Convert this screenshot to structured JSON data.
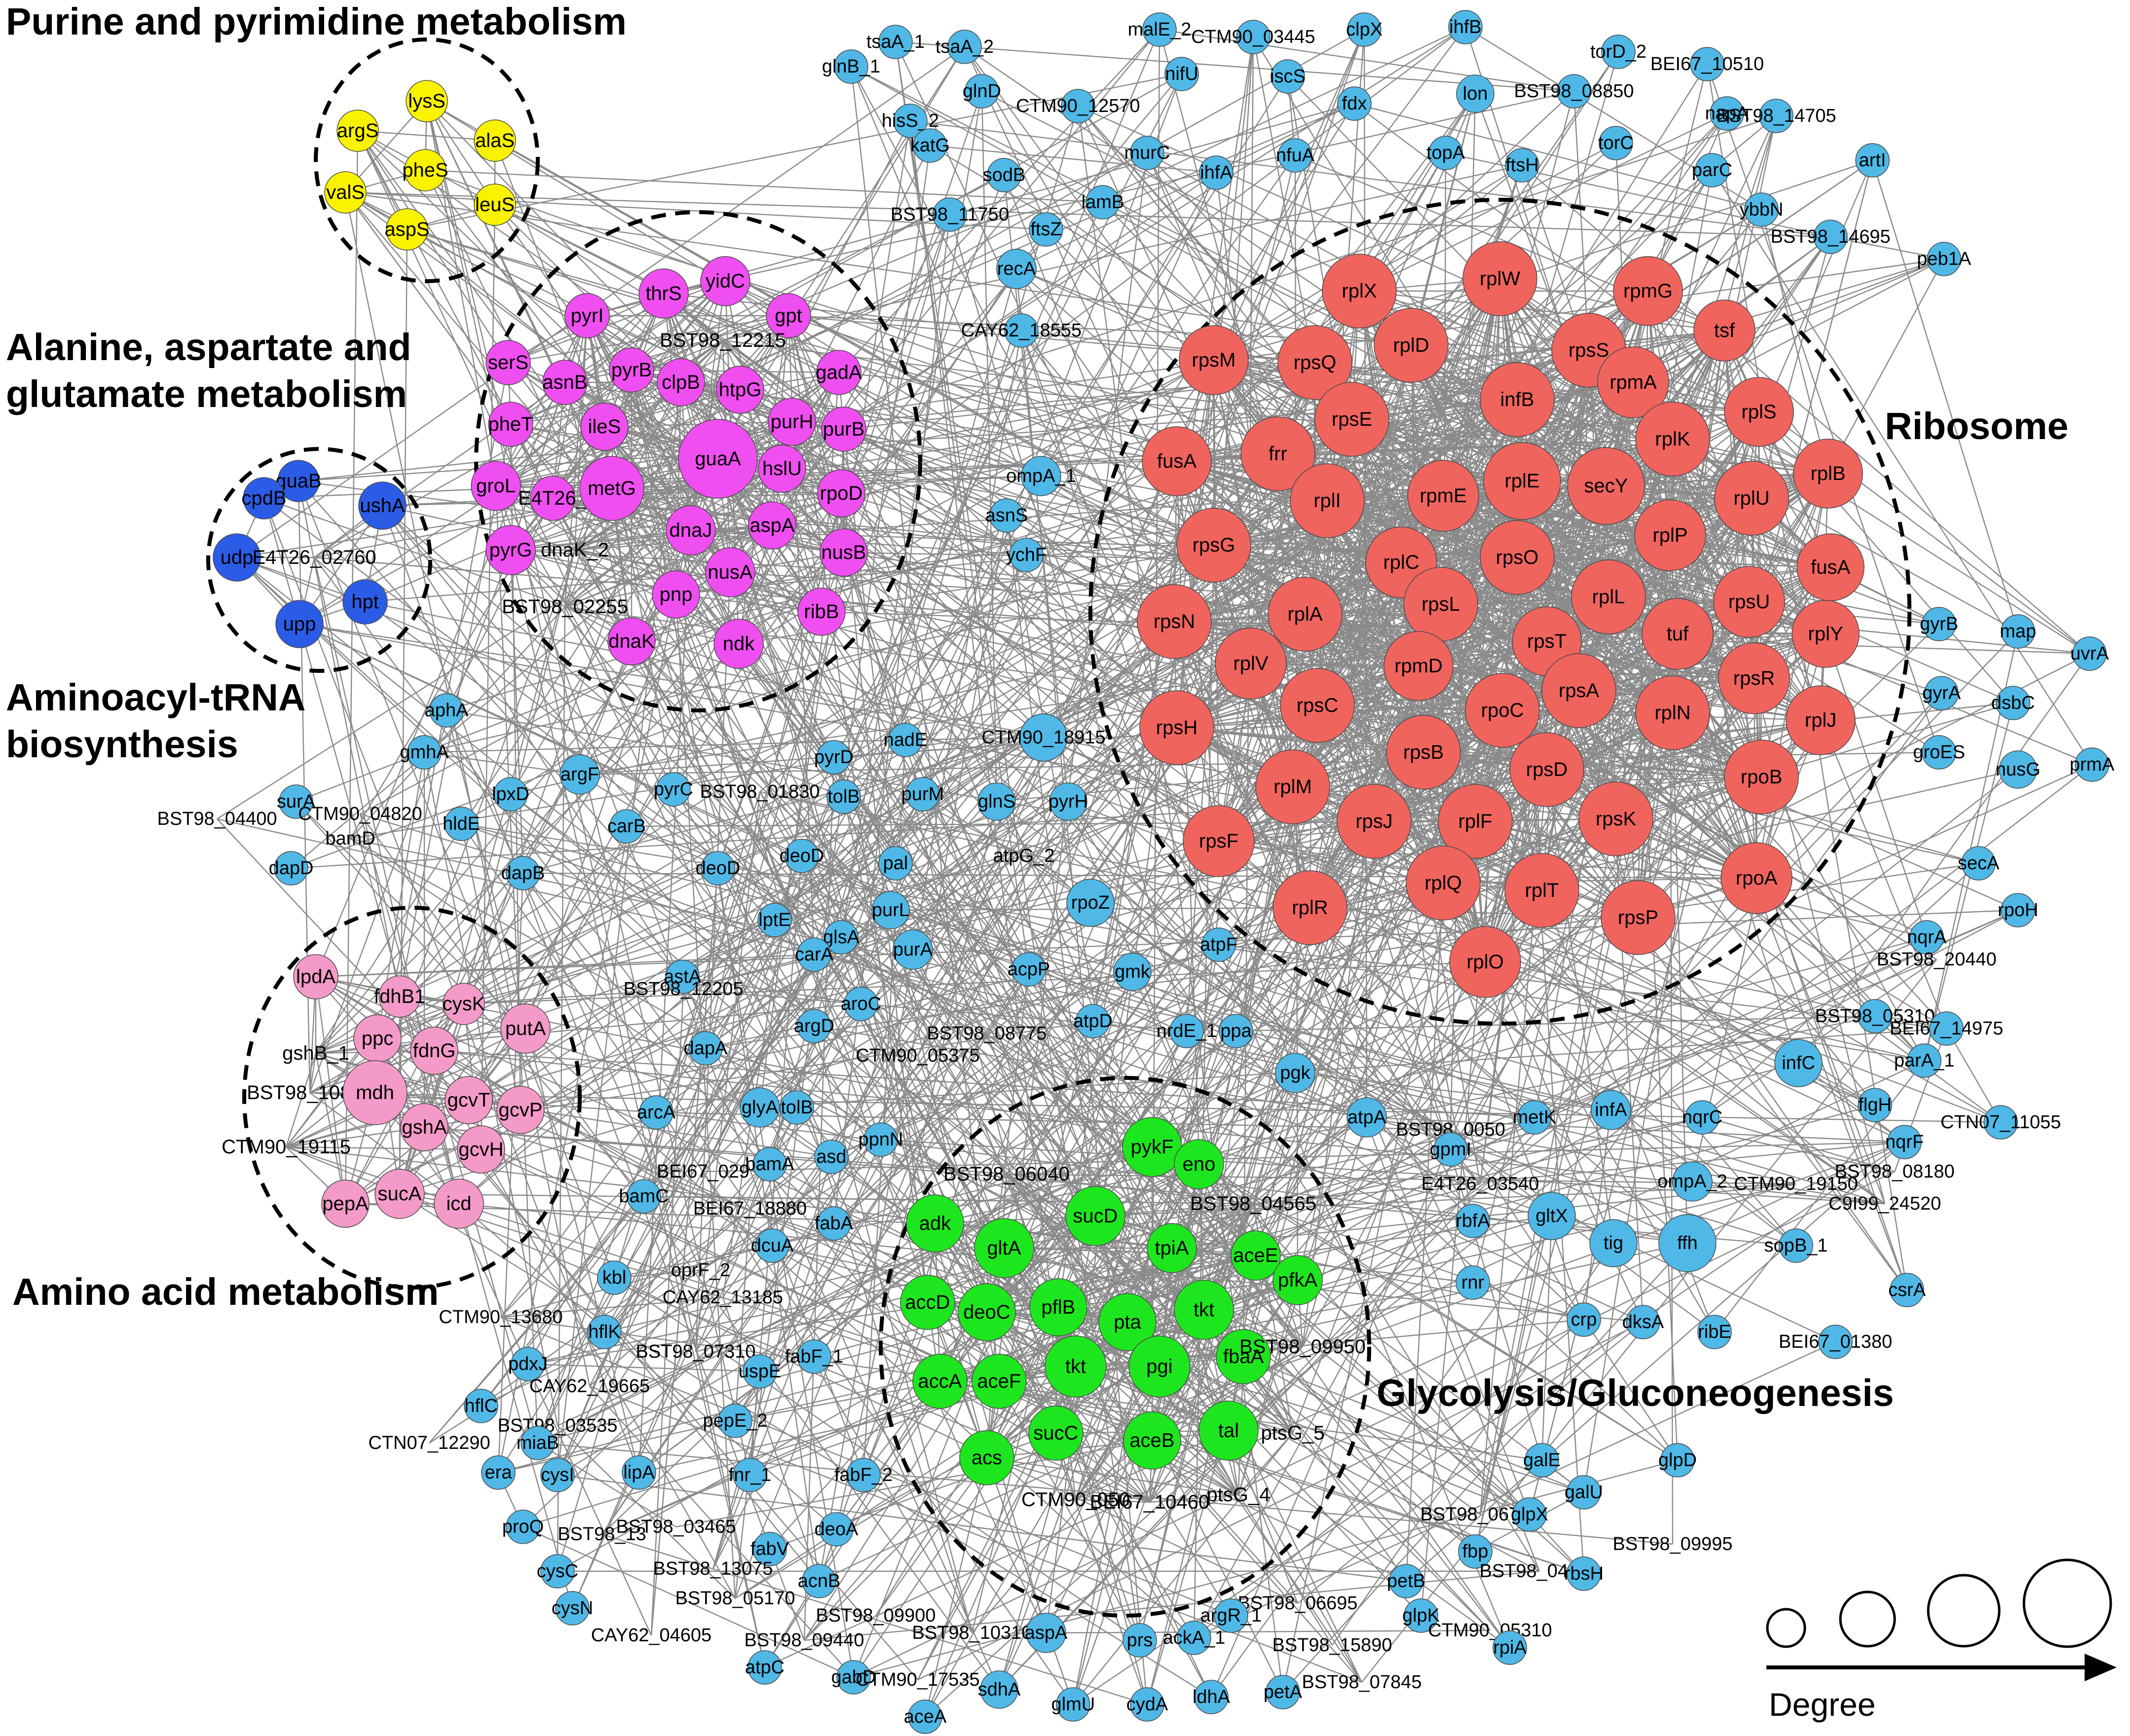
{
  "colors": {
    "yellow": "#f9f200",
    "magenta": "#ef4ff0",
    "blue": "#2b5ce6",
    "red": "#f0645e",
    "pink": "#f49ac8",
    "green": "#1ee61e",
    "cyan": "#4fb8e6",
    "edge": "#8a8a8a"
  },
  "cluster_labels": [
    {
      "id": "purine",
      "lines": [
        "Purine and pyrimidine metabolism"
      ]
    },
    {
      "id": "alanine",
      "lines": [
        "Alanine, aspartate and",
        "glutamate metabolism"
      ]
    },
    {
      "id": "aminoacyl",
      "lines": [
        "Aminoacyl-tRNA",
        "biosynthesis"
      ]
    },
    {
      "id": "ribosome",
      "lines": [
        "Ribosome"
      ]
    },
    {
      "id": "amino",
      "lines": [
        "Amino acid metabolism"
      ]
    },
    {
      "id": "glyco",
      "lines": [
        "Glycolysis/Gluconeogenesis"
      ]
    }
  ],
  "legend": {
    "label": "Degree"
  },
  "nodes": [
    {
      "id": "lysS",
      "g": "yellow"
    },
    {
      "id": "argS",
      "g": "yellow"
    },
    {
      "id": "alaS",
      "g": "yellow"
    },
    {
      "id": "valS",
      "g": "yellow"
    },
    {
      "id": "pheS",
      "g": "yellow"
    },
    {
      "id": "leuS",
      "g": "yellow"
    },
    {
      "id": "aspS",
      "g": "yellow"
    },
    {
      "id": "thrS",
      "g": "magenta"
    },
    {
      "id": "yidC",
      "g": "magenta"
    },
    {
      "id": "gpt",
      "g": "magenta"
    },
    {
      "id": "pyrI",
      "g": "magenta"
    },
    {
      "id": "BST98_12215",
      "g": "magenta",
      "nodot": true
    },
    {
      "id": "serS",
      "g": "magenta"
    },
    {
      "id": "asnB",
      "g": "magenta"
    },
    {
      "id": "pyrB",
      "g": "magenta"
    },
    {
      "id": "clpB",
      "g": "magenta"
    },
    {
      "id": "htpG",
      "g": "magenta"
    },
    {
      "id": "gadA",
      "g": "magenta"
    },
    {
      "id": "pheT",
      "g": "magenta"
    },
    {
      "id": "ileS",
      "g": "magenta"
    },
    {
      "id": "purH",
      "g": "magenta"
    },
    {
      "id": "purB",
      "g": "magenta"
    },
    {
      "id": "guaA",
      "g": "magenta"
    },
    {
      "id": "hslU",
      "g": "magenta"
    },
    {
      "id": "groL",
      "g": "magenta"
    },
    {
      "id": "E4T26_",
      "g": "magenta",
      "labelOverride": "E4T26_"
    },
    {
      "id": "metG",
      "g": "magenta"
    },
    {
      "id": "rpoD",
      "g": "magenta"
    },
    {
      "id": "aspA_m",
      "g": "magenta",
      "labelOverride": "aspA"
    },
    {
      "id": "dnaJ",
      "g": "magenta"
    },
    {
      "id": "pyrG",
      "g": "magenta"
    },
    {
      "id": "dnaK_2",
      "g": "magenta"
    },
    {
      "id": "nusB",
      "g": "magenta"
    },
    {
      "id": "BST98_02255",
      "g": "magenta",
      "nodot": true
    },
    {
      "id": "nusA",
      "g": "magenta"
    },
    {
      "id": "pnp",
      "g": "magenta"
    },
    {
      "id": "ribB",
      "g": "magenta"
    },
    {
      "id": "dnaK",
      "g": "magenta"
    },
    {
      "id": "ndk",
      "g": "magenta"
    },
    {
      "id": "guaB",
      "g": "blue"
    },
    {
      "id": "cpdB",
      "g": "blue"
    },
    {
      "id": "ushA",
      "g": "blue"
    },
    {
      "id": "udp",
      "g": "blue"
    },
    {
      "id": "E4T26_02760",
      "g": "blue",
      "nodot": true
    },
    {
      "id": "hpt",
      "g": "blue"
    },
    {
      "id": "upp",
      "g": "blue"
    },
    {
      "id": "rplX",
      "g": "red"
    },
    {
      "id": "rplW",
      "g": "red"
    },
    {
      "id": "rpmG",
      "g": "red"
    },
    {
      "id": "tsf",
      "g": "red"
    },
    {
      "id": "rpsM",
      "g": "red"
    },
    {
      "id": "rpsQ",
      "g": "red"
    },
    {
      "id": "rplD",
      "g": "red"
    },
    {
      "id": "rpsS",
      "g": "red"
    },
    {
      "id": "infB",
      "g": "red"
    },
    {
      "id": "rpmA",
      "g": "red"
    },
    {
      "id": "rplS",
      "g": "red"
    },
    {
      "id": "rpsE",
      "g": "red"
    },
    {
      "id": "fusA",
      "g": "red"
    },
    {
      "id": "frr",
      "g": "red"
    },
    {
      "id": "rplK",
      "g": "red"
    },
    {
      "id": "rplB",
      "g": "red"
    },
    {
      "id": "rplI",
      "g": "red"
    },
    {
      "id": "rpmE",
      "g": "red"
    },
    {
      "id": "rplE",
      "g": "red"
    },
    {
      "id": "secY",
      "g": "red"
    },
    {
      "id": "rplU",
      "g": "red"
    },
    {
      "id": "rpsG",
      "g": "red"
    },
    {
      "id": "rplC",
      "g": "red"
    },
    {
      "id": "rpsO",
      "g": "red"
    },
    {
      "id": "rplP",
      "g": "red"
    },
    {
      "id": "fusA_2",
      "g": "red",
      "labelOverride": "fusA"
    },
    {
      "id": "rpsN",
      "g": "red"
    },
    {
      "id": "rplA",
      "g": "red"
    },
    {
      "id": "rpsL",
      "g": "red"
    },
    {
      "id": "rplL",
      "g": "red"
    },
    {
      "id": "rpsU",
      "g": "red"
    },
    {
      "id": "rplY",
      "g": "red"
    },
    {
      "id": "rpsT",
      "g": "red"
    },
    {
      "id": "tuf",
      "g": "red"
    },
    {
      "id": "rplV",
      "g": "red"
    },
    {
      "id": "rpmD",
      "g": "red"
    },
    {
      "id": "rpsA",
      "g": "red"
    },
    {
      "id": "rpsR",
      "g": "red"
    },
    {
      "id": "rpsH",
      "g": "red"
    },
    {
      "id": "rpsC",
      "g": "red"
    },
    {
      "id": "rpoC",
      "g": "red"
    },
    {
      "id": "rplN",
      "g": "red"
    },
    {
      "id": "rplJ",
      "g": "red"
    },
    {
      "id": "rpsB",
      "g": "red"
    },
    {
      "id": "rpsD",
      "g": "red"
    },
    {
      "id": "rpoB",
      "g": "red"
    },
    {
      "id": "rplM",
      "g": "red"
    },
    {
      "id": "rpsF",
      "g": "red"
    },
    {
      "id": "rpsJ",
      "g": "red"
    },
    {
      "id": "rplF",
      "g": "red"
    },
    {
      "id": "rpsK",
      "g": "red"
    },
    {
      "id": "rplR",
      "g": "red"
    },
    {
      "id": "rplQ",
      "g": "red"
    },
    {
      "id": "rplT",
      "g": "red"
    },
    {
      "id": "rpsP",
      "g": "red"
    },
    {
      "id": "rpoA",
      "g": "red"
    },
    {
      "id": "rplO",
      "g": "red"
    },
    {
      "id": "fdhB1",
      "g": "pink"
    },
    {
      "id": "lpdA",
      "g": "pink"
    },
    {
      "id": "cysK",
      "g": "pink"
    },
    {
      "id": "ppc",
      "g": "pink"
    },
    {
      "id": "fdnG",
      "g": "pink"
    },
    {
      "id": "putA",
      "g": "pink"
    },
    {
      "id": "gshB_1",
      "g": "pink",
      "nodot": true
    },
    {
      "id": "gcvT",
      "g": "pink"
    },
    {
      "id": "BST98_10870",
      "g": "pink",
      "nodot": true
    },
    {
      "id": "mdh",
      "g": "pink"
    },
    {
      "id": "gshA",
      "g": "pink"
    },
    {
      "id": "gcvP",
      "g": "pink"
    },
    {
      "id": "CTM90_19115",
      "g": "pink",
      "nodot": true
    },
    {
      "id": "gcvH",
      "g": "pink"
    },
    {
      "id": "pepA",
      "g": "pink"
    },
    {
      "id": "sucA",
      "g": "pink"
    },
    {
      "id": "icd",
      "g": "pink"
    },
    {
      "id": "pykF",
      "g": "green"
    },
    {
      "id": "eno",
      "g": "green"
    },
    {
      "id": "BST98_06040",
      "g": "green",
      "nodot": true
    },
    {
      "id": "adk",
      "g": "green"
    },
    {
      "id": "sucD",
      "g": "green"
    },
    {
      "id": "BST98_04565",
      "g": "green",
      "nodot": true
    },
    {
      "id": "gltA",
      "g": "green"
    },
    {
      "id": "tpiA",
      "g": "green"
    },
    {
      "id": "aceE",
      "g": "green"
    },
    {
      "id": "pfkA",
      "g": "green"
    },
    {
      "id": "accD",
      "g": "green"
    },
    {
      "id": "deoC",
      "g": "green"
    },
    {
      "id": "pflB",
      "g": "green"
    },
    {
      "id": "pta",
      "g": "green"
    },
    {
      "id": "tkt",
      "g": "green"
    },
    {
      "id": "fbaA",
      "g": "green"
    },
    {
      "id": "BST98_09950",
      "g": "green",
      "nodot": true
    },
    {
      "id": "accA",
      "g": "green"
    },
    {
      "id": "aceF",
      "g": "green"
    },
    {
      "id": "tkt_2",
      "g": "green",
      "labelOverride": "tkt"
    },
    {
      "id": "pgi",
      "g": "green"
    },
    {
      "id": "tal",
      "g": "green"
    },
    {
      "id": "ptsG_5",
      "g": "green"
    },
    {
      "id": "acs",
      "g": "green"
    },
    {
      "id": "sucC",
      "g": "green"
    },
    {
      "id": "aceB",
      "g": "green"
    },
    {
      "id": "CTM90_050",
      "g": "green",
      "nodot": true
    },
    {
      "id": "BEI67_10460",
      "g": "green",
      "nodot": true
    },
    {
      "id": "ptsG_4",
      "g": "green"
    },
    {
      "id": "tsaA_1",
      "g": "cyan"
    },
    {
      "id": "tsaA_2",
      "g": "cyan"
    },
    {
      "id": "malE_2",
      "g": "cyan"
    },
    {
      "id": "CTM90_03445",
      "g": "cyan"
    },
    {
      "id": "clpX",
      "g": "cyan"
    },
    {
      "id": "ihfB",
      "g": "cyan"
    },
    {
      "id": "torD_2",
      "g": "cyan"
    },
    {
      "id": "BEI67_10510",
      "g": "cyan"
    },
    {
      "id": "glnB_1",
      "g": "cyan"
    },
    {
      "id": "hisS_2",
      "g": "cyan"
    },
    {
      "id": "glnD",
      "g": "cyan"
    },
    {
      "id": "CTM90_12570",
      "g": "cyan"
    },
    {
      "id": "nifU",
      "g": "cyan"
    },
    {
      "id": "iscS",
      "g": "cyan"
    },
    {
      "id": "fdx",
      "g": "cyan"
    },
    {
      "id": "lon",
      "g": "cyan"
    },
    {
      "id": "BST98_08850",
      "g": "cyan"
    },
    {
      "id": "napA",
      "g": "cyan"
    },
    {
      "id": "BST98_14705",
      "g": "cyan"
    },
    {
      "id": "katG",
      "g": "cyan"
    },
    {
      "id": "murC",
      "g": "cyan"
    },
    {
      "id": "ihfA",
      "g": "cyan"
    },
    {
      "id": "nfuA",
      "g": "cyan"
    },
    {
      "id": "topA",
      "g": "cyan"
    },
    {
      "id": "ftsH",
      "g": "cyan"
    },
    {
      "id": "torC",
      "g": "cyan"
    },
    {
      "id": "artI",
      "g": "cyan"
    },
    {
      "id": "sodB",
      "g": "cyan"
    },
    {
      "id": "parC",
      "g": "cyan"
    },
    {
      "id": "BST98_11750",
      "g": "cyan"
    },
    {
      "id": "lamB",
      "g": "cyan"
    },
    {
      "id": "ybbN",
      "g": "cyan"
    },
    {
      "id": "ftsZ",
      "g": "cyan"
    },
    {
      "id": "BST98_14695",
      "g": "cyan"
    },
    {
      "id": "peb1A",
      "g": "cyan"
    },
    {
      "id": "recA",
      "g": "cyan"
    },
    {
      "id": "CAY62_18555",
      "g": "cyan"
    },
    {
      "id": "ompA_1",
      "g": "cyan"
    },
    {
      "id": "asnS",
      "g": "cyan"
    },
    {
      "id": "ychF",
      "g": "cyan"
    },
    {
      "id": "gyrB",
      "g": "cyan"
    },
    {
      "id": "map",
      "g": "cyan"
    },
    {
      "id": "uvrA",
      "g": "cyan"
    },
    {
      "id": "gyrA",
      "g": "cyan"
    },
    {
      "id": "dsbC",
      "g": "cyan"
    },
    {
      "id": "prmA",
      "g": "cyan"
    },
    {
      "id": "groES",
      "g": "cyan"
    },
    {
      "id": "nusG",
      "g": "cyan"
    },
    {
      "id": "aphA",
      "g": "cyan"
    },
    {
      "id": "gmhA",
      "g": "cyan"
    },
    {
      "id": "nadE",
      "g": "cyan"
    },
    {
      "id": "CTM90_18915",
      "g": "cyan"
    },
    {
      "id": "BST98_04400",
      "g": "cyan"
    },
    {
      "id": "surA",
      "g": "cyan"
    },
    {
      "id": "CTM90_04820",
      "g": "cyan"
    },
    {
      "id": "lpxD",
      "g": "cyan"
    },
    {
      "id": "hldE",
      "g": "cyan"
    },
    {
      "id": "argF",
      "g": "cyan"
    },
    {
      "id": "pyrC",
      "g": "cyan"
    },
    {
      "id": "pyrD",
      "g": "cyan"
    },
    {
      "id": "BST98_01830",
      "g": "cyan"
    },
    {
      "id": "tolB_1",
      "g": "cyan",
      "labelOverride": "tolB"
    },
    {
      "id": "purM",
      "g": "cyan"
    },
    {
      "id": "glnS",
      "g": "cyan"
    },
    {
      "id": "pyrH",
      "g": "cyan"
    },
    {
      "id": "bamD",
      "g": "cyan"
    },
    {
      "id": "dapD",
      "g": "cyan"
    },
    {
      "id": "dapB",
      "g": "cyan"
    },
    {
      "id": "carB",
      "g": "cyan"
    },
    {
      "id": "deoD",
      "g": "cyan"
    },
    {
      "id": "deoD_2",
      "g": "cyan",
      "labelOverride": "deoD"
    },
    {
      "id": "pal",
      "g": "cyan"
    },
    {
      "id": "purL",
      "g": "cyan"
    },
    {
      "id": "atpG_2",
      "g": "cyan"
    },
    {
      "id": "rpoZ",
      "g": "cyan"
    },
    {
      "id": "secA",
      "g": "cyan"
    },
    {
      "id": "rpoH",
      "g": "cyan"
    },
    {
      "id": "lptE",
      "g": "cyan"
    },
    {
      "id": "glsA",
      "g": "cyan"
    },
    {
      "id": "carA",
      "g": "cyan"
    },
    {
      "id": "purA",
      "g": "cyan"
    },
    {
      "id": "nqrA",
      "g": "cyan"
    },
    {
      "id": "BST98_20440",
      "g": "cyan"
    },
    {
      "id": "astA",
      "g": "cyan"
    },
    {
      "id": "BST98_12205",
      "g": "cyan"
    },
    {
      "id": "aroC",
      "g": "cyan"
    },
    {
      "id": "acpP",
      "g": "cyan"
    },
    {
      "id": "gmk",
      "g": "cyan"
    },
    {
      "id": "atpF",
      "g": "cyan"
    },
    {
      "id": "argD",
      "g": "cyan"
    },
    {
      "id": "BST98_08775",
      "g": "cyan"
    },
    {
      "id": "atpD",
      "g": "cyan"
    },
    {
      "id": "nrdE_1",
      "g": "cyan"
    },
    {
      "id": "ppa",
      "g": "cyan"
    },
    {
      "id": "BST98_05310",
      "g": "cyan"
    },
    {
      "id": "BEI67_14975",
      "g": "cyan"
    },
    {
      "id": "dapA",
      "g": "cyan"
    },
    {
      "id": "CTM90_05375",
      "g": "cyan"
    },
    {
      "id": "parA_1",
      "g": "cyan"
    },
    {
      "id": "infC",
      "g": "cyan"
    },
    {
      "id": "glyA",
      "g": "cyan"
    },
    {
      "id": "pgk",
      "g": "cyan"
    },
    {
      "id": "flgH",
      "g": "cyan"
    },
    {
      "id": "arcA",
      "g": "cyan"
    },
    {
      "id": "tolB",
      "g": "cyan"
    },
    {
      "id": "ppnN",
      "g": "cyan"
    },
    {
      "id": "atpA",
      "g": "cyan"
    },
    {
      "id": "CTN07_11055",
      "g": "cyan"
    },
    {
      "id": "metK",
      "g": "cyan"
    },
    {
      "id": "infA",
      "g": "cyan"
    },
    {
      "id": "nqrC",
      "g": "cyan"
    },
    {
      "id": "nqrF",
      "g": "cyan"
    },
    {
      "id": "bamA",
      "g": "cyan"
    },
    {
      "id": "asd",
      "g": "cyan"
    },
    {
      "id": "BEI67_029",
      "g": "cyan"
    },
    {
      "id": "BST98_0050",
      "g": "cyan"
    },
    {
      "id": "gpmI",
      "g": "cyan"
    },
    {
      "id": "BST98_08180",
      "g": "cyan"
    },
    {
      "id": "CTM90_19150",
      "g": "cyan"
    },
    {
      "id": "ompA_2",
      "g": "cyan"
    },
    {
      "id": "E4T26_03540",
      "g": "cyan"
    },
    {
      "id": "C9I99_24520",
      "g": "cyan"
    },
    {
      "id": "gltX",
      "g": "cyan"
    },
    {
      "id": "bamC",
      "g": "cyan"
    },
    {
      "id": "BEI67_18880",
      "g": "cyan"
    },
    {
      "id": "fabA",
      "g": "cyan"
    },
    {
      "id": "rbfA",
      "g": "cyan"
    },
    {
      "id": "sopB_1",
      "g": "cyan"
    },
    {
      "id": "tig",
      "g": "cyan"
    },
    {
      "id": "ffh",
      "g": "cyan"
    },
    {
      "id": "dcuA",
      "g": "cyan"
    },
    {
      "id": "kbl",
      "g": "cyan"
    },
    {
      "id": "oprF_2",
      "g": "cyan"
    },
    {
      "id": "CAY62_13185",
      "g": "cyan"
    },
    {
      "id": "csrA",
      "g": "cyan"
    },
    {
      "id": "rnr",
      "g": "cyan"
    },
    {
      "id": "crp",
      "g": "cyan"
    },
    {
      "id": "dksA",
      "g": "cyan"
    },
    {
      "id": "ribE",
      "g": "cyan"
    },
    {
      "id": "BEI67_01380",
      "g": "cyan"
    },
    {
      "id": "CTM90_13680",
      "g": "cyan"
    },
    {
      "id": "hflK",
      "g": "cyan"
    },
    {
      "id": "BST98_07310",
      "g": "cyan"
    },
    {
      "id": "fabF_1",
      "g": "cyan"
    },
    {
      "id": "uspE",
      "g": "cyan"
    },
    {
      "id": "pdxJ",
      "g": "cyan"
    },
    {
      "id": "CAY62_19665",
      "g": "cyan"
    },
    {
      "id": "hflC",
      "g": "cyan"
    },
    {
      "id": "BST98_03535",
      "g": "cyan"
    },
    {
      "id": "pepE_2",
      "g": "cyan"
    },
    {
      "id": "CTN07_12290",
      "g": "cyan"
    },
    {
      "id": "miaB",
      "g": "cyan"
    },
    {
      "id": "era",
      "g": "cyan"
    },
    {
      "id": "cysI",
      "g": "cyan"
    },
    {
      "id": "lipA",
      "g": "cyan"
    },
    {
      "id": "fnr_1",
      "g": "cyan"
    },
    {
      "id": "fabF_2",
      "g": "cyan"
    },
    {
      "id": "proQ",
      "g": "cyan"
    },
    {
      "id": "BST98_13",
      "g": "cyan"
    },
    {
      "id": "BST98_03465",
      "g": "cyan"
    },
    {
      "id": "deoA",
      "g": "cyan"
    },
    {
      "id": "fabV",
      "g": "cyan"
    },
    {
      "id": "galE",
      "g": "cyan"
    },
    {
      "id": "galU",
      "g": "cyan"
    },
    {
      "id": "glpD",
      "g": "cyan"
    },
    {
      "id": "BST98_06705",
      "g": "cyan"
    },
    {
      "id": "glpX",
      "g": "cyan"
    },
    {
      "id": "cysC",
      "g": "cyan"
    },
    {
      "id": "BST98_13075",
      "g": "cyan"
    },
    {
      "id": "BST98_09995",
      "g": "cyan"
    },
    {
      "id": "cysN",
      "g": "cyan"
    },
    {
      "id": "acnB",
      "g": "cyan"
    },
    {
      "id": "BST98_05170",
      "g": "cyan"
    },
    {
      "id": "fbp",
      "g": "cyan"
    },
    {
      "id": "petB",
      "g": "cyan"
    },
    {
      "id": "BST98_04040",
      "g": "cyan"
    },
    {
      "id": "rbsH",
      "g": "cyan"
    },
    {
      "id": "BST98_09900",
      "g": "cyan"
    },
    {
      "id": "CAY62_04605",
      "g": "cyan"
    },
    {
      "id": "BST98_09440",
      "g": "cyan"
    },
    {
      "id": "BST98_10310",
      "g": "cyan"
    },
    {
      "id": "aspA",
      "g": "cyan"
    },
    {
      "id": "prs",
      "g": "cyan"
    },
    {
      "id": "BST98_06695",
      "g": "cyan"
    },
    {
      "id": "argR_1",
      "g": "cyan"
    },
    {
      "id": "glpK",
      "g": "cyan"
    },
    {
      "id": "CTM90_05310",
      "g": "cyan"
    },
    {
      "id": "ackA_1",
      "g": "cyan"
    },
    {
      "id": "BST98_15890",
      "g": "cyan"
    },
    {
      "id": "rpiA",
      "g": "cyan"
    },
    {
      "id": "atpC",
      "g": "cyan"
    },
    {
      "id": "gabD",
      "g": "cyan"
    },
    {
      "id": "CTM90_17535",
      "g": "cyan"
    },
    {
      "id": "sdhA",
      "g": "cyan"
    },
    {
      "id": "glmU",
      "g": "cyan"
    },
    {
      "id": "cydA",
      "g": "cyan"
    },
    {
      "id": "ldhA",
      "g": "cyan"
    },
    {
      "id": "petA",
      "g": "cyan"
    },
    {
      "id": "BST98_07845",
      "g": "cyan"
    },
    {
      "id": "aceA",
      "g": "cyan"
    }
  ]
}
